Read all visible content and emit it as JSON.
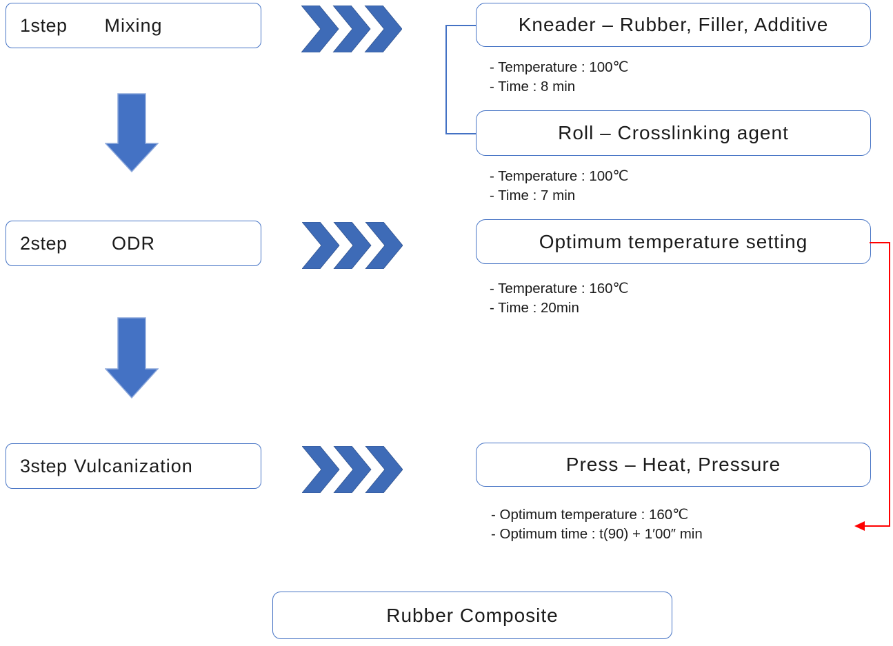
{
  "diagram": {
    "steps": [
      {
        "step": "1step",
        "name": "Mixing"
      },
      {
        "step": "2step",
        "name": "ODR"
      },
      {
        "step": "3step",
        "name": "Vulcanization"
      }
    ],
    "processes": [
      {
        "title": "Kneader – Rubber, Filler, Additive",
        "notes": [
          "- Temperature : 100℃",
          "- Time : 8 min"
        ]
      },
      {
        "title": "Roll – Crosslinking agent",
        "notes": [
          "- Temperature : 100℃",
          "- Time : 7 min"
        ]
      },
      {
        "title": "Optimum temperature setting",
        "notes": [
          "- Temperature : 160℃",
          "- Time : 20min"
        ]
      },
      {
        "title": "Press – Heat, Pressure",
        "notes": [
          "- Optimum temperature : 160℃",
          "- Optimum time : t(90) + 1′00″ min"
        ]
      }
    ],
    "result": "Rubber Composite",
    "colors": {
      "accent_blue": "#4472C4",
      "chevron_blue": "#3E6BB7",
      "feedback_arrow_red": "#FF0000",
      "box_border": "#4472C4",
      "text": "#1B1B1B"
    }
  }
}
